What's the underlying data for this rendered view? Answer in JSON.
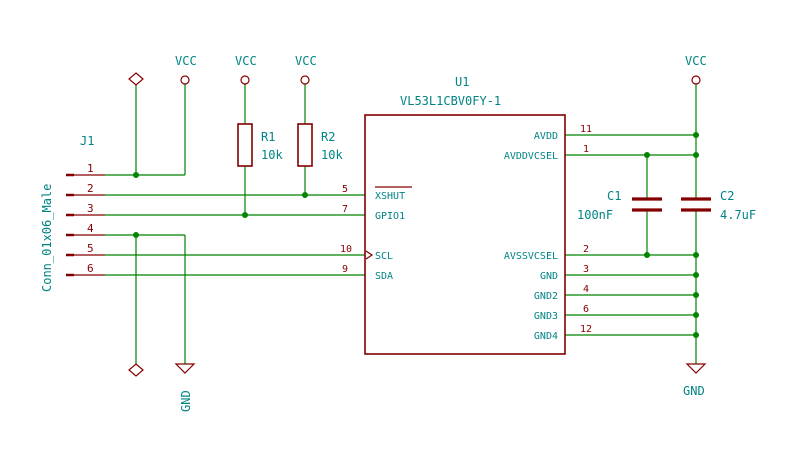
{
  "labels": {
    "vcc": "VCC",
    "gnd": "GND"
  },
  "connector": {
    "ref": "J1",
    "value": "Conn_01x06_Male",
    "pins": [
      "1",
      "2",
      "3",
      "4",
      "5",
      "6"
    ]
  },
  "resistors": [
    {
      "ref": "R1",
      "value": "10k"
    },
    {
      "ref": "R2",
      "value": "10k"
    }
  ],
  "ic": {
    "ref": "U1",
    "value": "VL53L1CBV0FY-1",
    "left_pins": [
      {
        "num": "5",
        "name": "XSHUT"
      },
      {
        "num": "7",
        "name": "GPIO1"
      },
      {
        "num": "10",
        "name": "SCL"
      },
      {
        "num": "9",
        "name": "SDA"
      }
    ],
    "right_pins": [
      {
        "num": "11",
        "name": "AVDD"
      },
      {
        "num": "1",
        "name": "AVDDVCSEL"
      },
      {
        "num": "2",
        "name": "AVSSVCSEL"
      },
      {
        "num": "3",
        "name": "GND"
      },
      {
        "num": "4",
        "name": "GND2"
      },
      {
        "num": "6",
        "name": "GND3"
      },
      {
        "num": "12",
        "name": "GND4"
      }
    ]
  },
  "capacitors": [
    {
      "ref": "C1",
      "value": "100nF"
    },
    {
      "ref": "C2",
      "value": "4.7uF"
    }
  ],
  "colors": {
    "wire": "#008400",
    "component": "#840000",
    "text": "#008484"
  }
}
